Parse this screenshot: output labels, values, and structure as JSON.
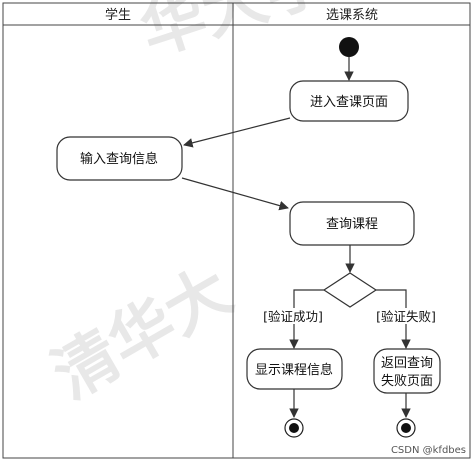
{
  "swimlanes": {
    "left_title": "学生",
    "right_title": "选课系统"
  },
  "nodes": {
    "enter_page": "进入查课页面",
    "input_query": "输入查询信息",
    "query_course": "查询课程",
    "show_course": "显示课程信息",
    "return_fail_line1": "返回查询",
    "return_fail_line2": "失败页面"
  },
  "guards": {
    "success": "[验证成功]",
    "fail": "[验证失败]"
  },
  "watermark": {
    "top": "华大学出版社",
    "bottom": "清华大"
  },
  "credit": "CSDN @kfdbes"
}
